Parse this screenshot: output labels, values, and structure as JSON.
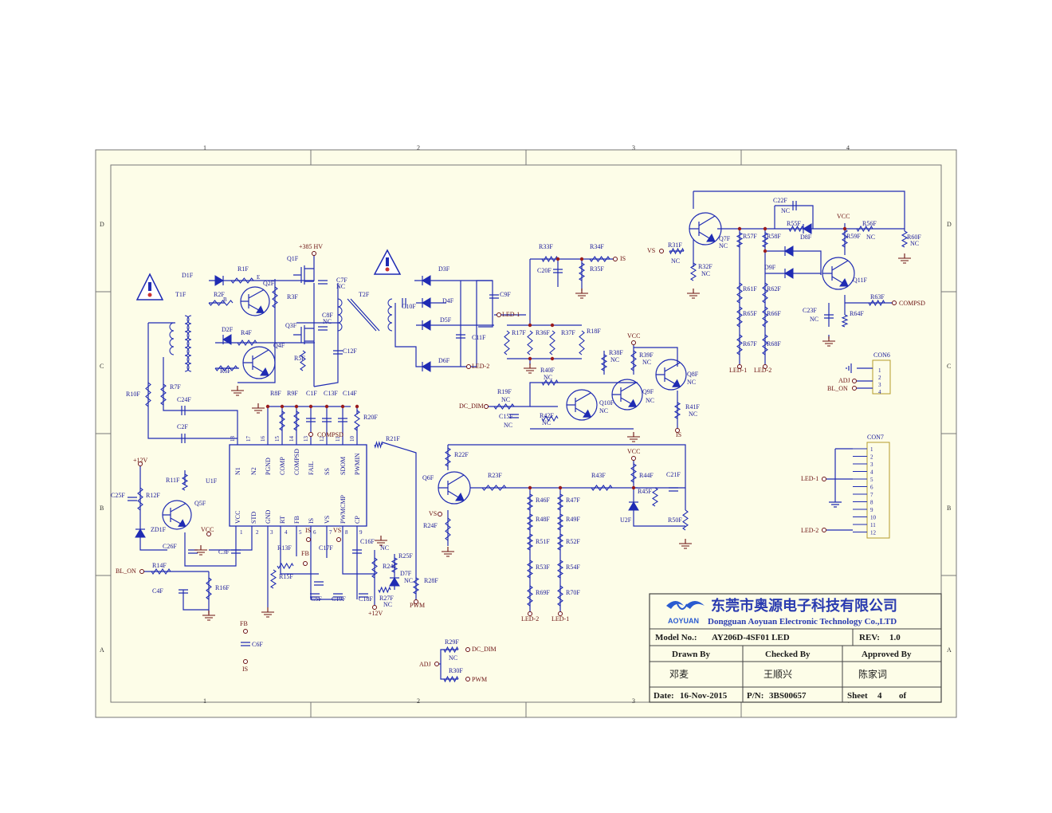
{
  "zones": {
    "cols": [
      "1",
      "2",
      "3",
      "4"
    ],
    "rows": [
      "D",
      "C",
      "B",
      "A"
    ]
  },
  "nets": {
    "hv385": "+385 HV",
    "vcc": "VCC",
    "v12": "+12V",
    "vs": "VS",
    "is": "IS",
    "fb": "FB",
    "compsd": "COMPSD",
    "led1": "LED-1",
    "led2": "LED-2",
    "dc_dim": "DC_DIM",
    "pwm": "PWM",
    "adj": "ADJ",
    "bl_on": "BL_ON",
    "nc": "NC"
  },
  "ic": {
    "ref": "U1F",
    "top_pins": [
      {
        "num": "18",
        "name": "N1"
      },
      {
        "num": "17",
        "name": "N2"
      },
      {
        "num": "16",
        "name": "PGND"
      },
      {
        "num": "15",
        "name": "COMP"
      },
      {
        "num": "14",
        "name": "COMPSD"
      },
      {
        "num": "13",
        "name": "FAIL"
      },
      {
        "num": "12",
        "name": "SS"
      },
      {
        "num": "11",
        "name": "SDOM"
      },
      {
        "num": "10",
        "name": "PWMIN"
      }
    ],
    "bottom_pins": [
      {
        "num": "1",
        "name": "VCC"
      },
      {
        "num": "2",
        "name": "STD"
      },
      {
        "num": "3",
        "name": "GND"
      },
      {
        "num": "4",
        "name": "RT"
      },
      {
        "num": "5",
        "name": "FB"
      },
      {
        "num": "6",
        "name": "IS"
      },
      {
        "num": "7",
        "name": "VS"
      },
      {
        "num": "8",
        "name": "PWMCMP"
      },
      {
        "num": "9",
        "name": "CP"
      }
    ]
  },
  "refs": {
    "D1F": "D1F",
    "T1F": "T1F",
    "R1F": "R1F",
    "R2F": "R2F",
    "Q2F": "Q2F",
    "R3F": "R3F",
    "Q1F": "Q1F",
    "C7F": "C7F",
    "C8F": "C8F",
    "Q3F": "Q3F",
    "R4F": "R4F",
    "D2F": "D2F",
    "Q4F": "Q4F",
    "R5F": "R5F",
    "R6F": "R6F",
    "C12F": "C12F",
    "T2F": "T2F",
    "C10F": "C10F",
    "D3F": "D3F",
    "D4F": "D4F",
    "D5F": "D5F",
    "D6F": "D6F",
    "C9F": "C9F",
    "C11F": "C11F",
    "R8F": "R8F",
    "R9F": "R9F",
    "C1F": "C1F",
    "C13F": "C13F",
    "C14F": "C14F",
    "R10F": "R10F",
    "R7F": "R7F",
    "C24F": "C24F",
    "C2F": "C2F",
    "R20F": "R20F",
    "R21F": "R21F",
    "R11F": "R11F",
    "R12F": "R12F",
    "C25F": "C25F",
    "Q5F": "Q5F",
    "ZD1F": "ZD1F",
    "C26F": "C26F",
    "C3F": "C3F",
    "R14F": "R14F",
    "C4F": "C4F",
    "R16F": "R16F",
    "R13F": "R13F",
    "R15F": "R15F",
    "C5F": "C5F",
    "C17F": "C17F",
    "C19F": "C19F",
    "C16F": "C16F",
    "C18F": "C18F",
    "R24F_l": "R24F",
    "R25F": "R25F",
    "D7F": "D7F",
    "R27F": "R27F",
    "R28F": "R28F",
    "C6F": "C6F",
    "R33F": "R33F",
    "R34F": "R34F",
    "C20F": "C20F",
    "R35F": "R35F",
    "R17F": "R17F",
    "R36F": "R36F",
    "R37F": "R37F",
    "R18F": "R18F",
    "R38F": "R38F",
    "R39F": "R39F",
    "Q8F": "Q8F",
    "R40F": "R40F",
    "R19F": "R19F",
    "C15F": "C15F",
    "R42F": "R42F",
    "Q10F": "Q10F",
    "Q9F": "Q9F",
    "R41F": "R41F",
    "R22F": "R22F",
    "Q6F": "Q6F",
    "R23F": "R23F",
    "R24F": "R24F",
    "R43F": "R43F",
    "R44F": "R44F",
    "C21F": "C21F",
    "R45F": "R45F",
    "U2F": "U2F",
    "R50F": "R50F",
    "R46F": "R46F",
    "R47F": "R47F",
    "R48F": "R48F",
    "R49F": "R49F",
    "R51F": "R51F",
    "R52F": "R52F",
    "R53F": "R53F",
    "R54F": "R54F",
    "R69F": "R69F",
    "R70F": "R70F",
    "R29F": "R29F",
    "R30F": "R30F",
    "C22F": "C22F",
    "R55F": "R55F",
    "D8F": "D8F",
    "R56F": "R56F",
    "R60F": "R60F",
    "Q7F": "Q7F",
    "R31F": "R31F",
    "R32F": "R32F",
    "R57F": "R57F",
    "R58F": "R58F",
    "R59F": "R59F",
    "D9F": "D9F",
    "Q11F": "Q11F",
    "R61F": "R61F",
    "R62F": "R62F",
    "R65F": "R65F",
    "R66F": "R66F",
    "R67F": "R67F",
    "R68F": "R68F",
    "C23F": "C23F",
    "R63F": "R63F",
    "R64F": "R64F"
  },
  "bjt_pins": {
    "b": "B",
    "e": "E",
    "c": "C"
  },
  "con6": {
    "ref": "CON6",
    "pins": [
      "1",
      "2",
      "3",
      "4"
    ]
  },
  "con7": {
    "ref": "CON7",
    "pins": [
      "1",
      "2",
      "3",
      "4",
      "5",
      "6",
      "7",
      "8",
      "9",
      "10",
      "11",
      "12"
    ]
  },
  "title_block": {
    "company_cn": "东莞市奥源电子科技有限公司",
    "company_en": "Dongguan Aoyuan Electronic Technology Co.,LTD",
    "logo_text": "AOYUAN",
    "model_label": "Model No.:",
    "model_value": "AY206D-4SF01 LED",
    "rev_label": "REV:",
    "rev_value": "1.0",
    "drawn_by_label": "Drawn By",
    "checked_by_label": "Checked By",
    "approved_by_label": "Approved By",
    "drawn_by": "邓麦",
    "checked_by": "王顺兴",
    "approved_by": "陈家词",
    "date_label": "Date:",
    "date_value": "16-Nov-2015",
    "pn_label": "P/N:",
    "pn_value": "3BS00657",
    "sheet_label": "Sheet",
    "sheet_value": "4",
    "of_label": "of"
  },
  "colors": {
    "wire": "#1f2bb3",
    "net": "#6b1010",
    "paper": "#fdfde8",
    "warning": "#1f2bb3"
  }
}
